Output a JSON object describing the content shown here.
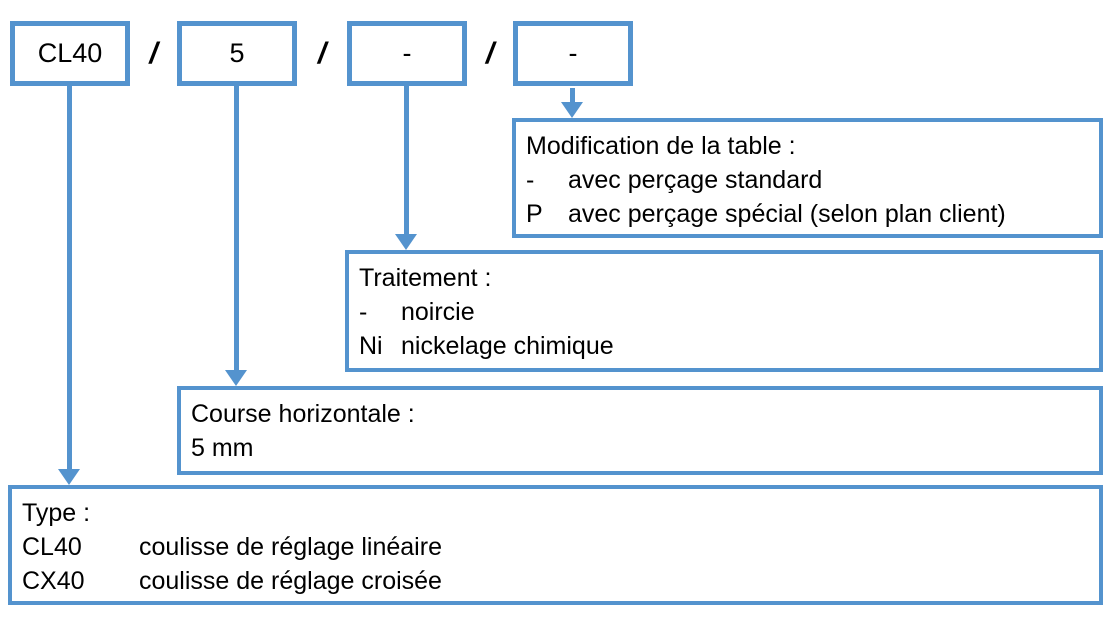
{
  "code_boxes": [
    {
      "label": "CL40"
    },
    {
      "label": "5"
    },
    {
      "label": "-"
    },
    {
      "label": "-"
    }
  ],
  "separators": [
    "/",
    "/",
    "/"
  ],
  "legend_boxes": [
    {
      "title": "Modification de la table :",
      "entries": [
        {
          "code": "-",
          "description": "avec perçage standard"
        },
        {
          "code": "P",
          "description": "avec perçage spécial (selon plan client)"
        }
      ]
    },
    {
      "title": "Traitement :",
      "entries": [
        {
          "code": "-",
          "description": "noircie"
        },
        {
          "code": "Ni",
          "description": "nickelage chimique"
        }
      ]
    },
    {
      "title": "Course horizontale :",
      "entries": [
        {
          "code": "5 mm",
          "description": ""
        }
      ]
    },
    {
      "title": "Type :",
      "entries": [
        {
          "code": "CL40",
          "description": "coulisse de réglage linéaire"
        },
        {
          "code": "CX40",
          "description": "coulisse de réglage croisée"
        }
      ]
    }
  ],
  "colors": {
    "accent_blue": "#5493ce",
    "text": "#000000",
    "background": "#ffffff"
  }
}
